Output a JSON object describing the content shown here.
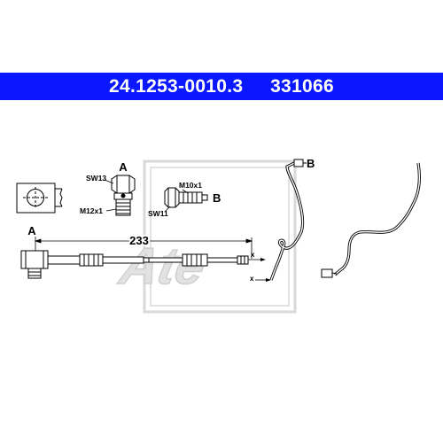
{
  "header": {
    "part_number": "24.1253-0010.3",
    "ref_number": "331066",
    "background_color": "#0b18ff",
    "text_color": "#ffffff"
  },
  "labels": {
    "view_a": "A",
    "view_b": "B",
    "sw13": "SW13",
    "m12x1": "M12x1",
    "m10x1": "M10x1",
    "sw11": "SW11",
    "end_a": "A",
    "end_b": "B",
    "length": "233",
    "x_mark_1": "x",
    "x_mark_2": "x"
  },
  "watermark": {
    "text": "Ate",
    "color": "#d9d9d9"
  }
}
